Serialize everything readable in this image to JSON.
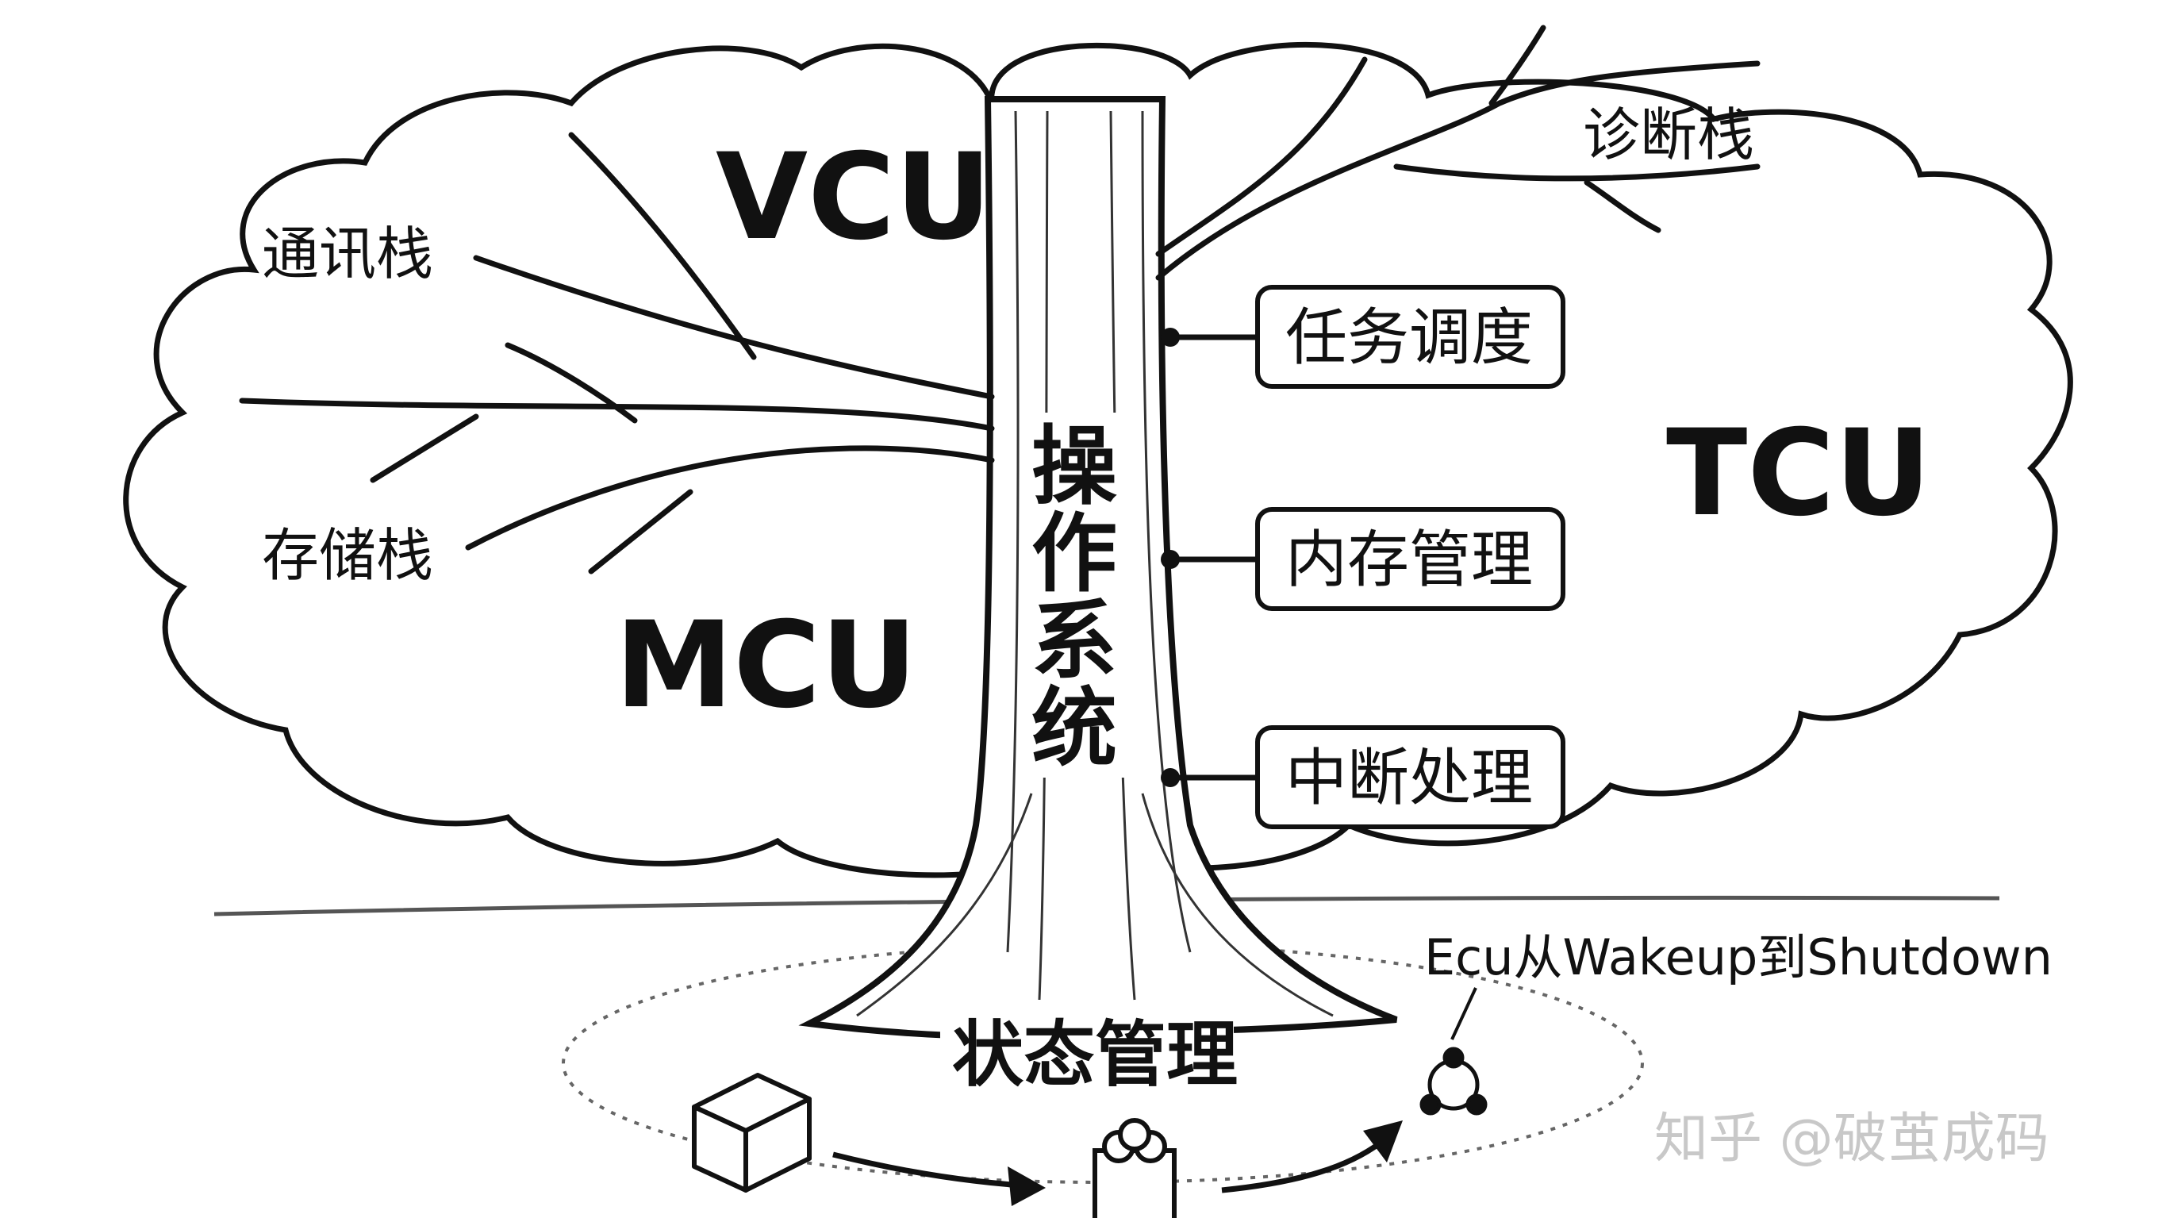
{
  "diagram": {
    "cloud_labels": {
      "vcu": "VCU",
      "mcu": "MCU",
      "tcu": "TCU"
    },
    "trunk_label_chars": [
      "操",
      "作",
      "系",
      "统"
    ],
    "branch_labels": {
      "comm_stack": "通讯栈",
      "storage_stack": "存储栈",
      "diag_stack": "诊断栈"
    },
    "os_functions": [
      "任务调度",
      "内存管理",
      "中断处理"
    ],
    "root_label": "状态管理",
    "lifecycle_caption": "Ecu从Wakeup到Shutdown",
    "lifecycle_icons": [
      "cube-icon",
      "cylinder-icon",
      "circle-nodes-icon"
    ]
  },
  "watermark": "知乎 @破茧成码",
  "colors": {
    "ink": "#111111",
    "background": "#ffffff",
    "watermark": "#c8c8c8"
  }
}
